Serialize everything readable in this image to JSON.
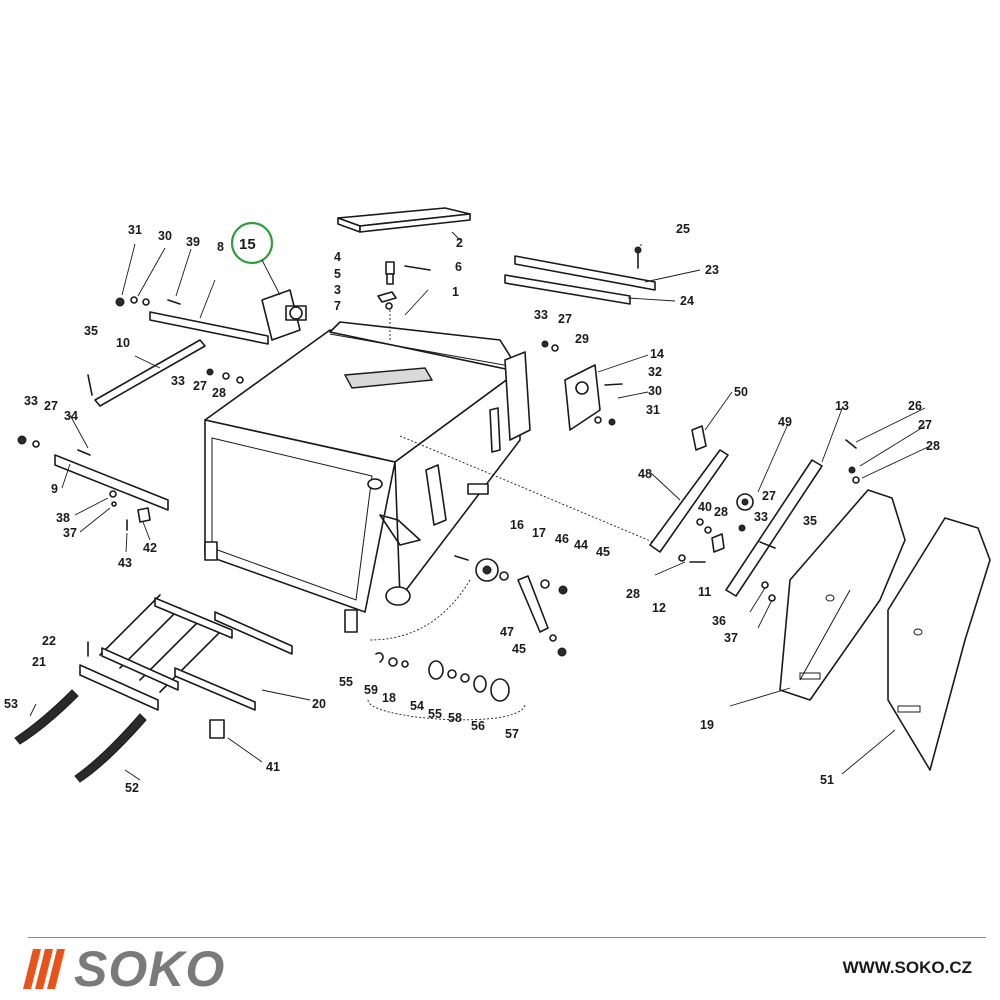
{
  "highlight_color": "#2e9e3a",
  "brand_color": "#e8531b",
  "highlighted_part": "15",
  "part_labels": [
    "1",
    "2",
    "3",
    "4",
    "5",
    "6",
    "7",
    "8",
    "9",
    "10",
    "11",
    "12",
    "13",
    "14",
    "15",
    "16",
    "17",
    "18",
    "19",
    "20",
    "21",
    "22",
    "23",
    "24",
    "25",
    "26",
    "27",
    "28",
    "29",
    "30",
    "31",
    "32",
    "33",
    "34",
    "35",
    "36",
    "37",
    "38",
    "39",
    "40",
    "41",
    "42",
    "43",
    "44",
    "45",
    "46",
    "47",
    "48",
    "49",
    "50",
    "51",
    "52",
    "53",
    "54",
    "55",
    "56",
    "57",
    "58",
    "59"
  ],
  "footer": {
    "brand": "SOKO",
    "url": "WWW.SOKO.CZ"
  }
}
